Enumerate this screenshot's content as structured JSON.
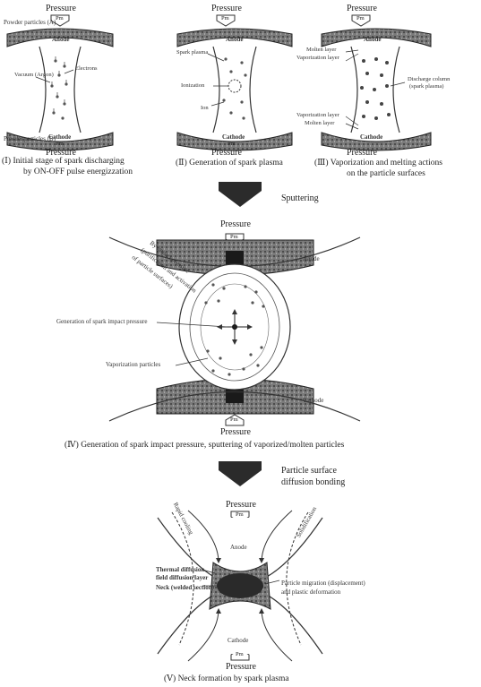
{
  "pressure": "Pressure",
  "pm": "Pm",
  "stage1": {
    "powder_a": "Powder particles (A)",
    "powder_b": "Powder particles (B)",
    "anode": "Anode",
    "cathode": "Cathode",
    "vacuum": "Vacuum (Argon)",
    "electrons": "Electrons",
    "caption_line1": "(Ⅰ) Initial stage of spark discharging",
    "caption_line2": "by ON-OFF pulse energizzation"
  },
  "stage2": {
    "anode": "Anode",
    "cathode": "Cathode",
    "spark_plasma": "Spark plasma",
    "ionization": "Ionization",
    "ion": "Ion",
    "caption": "(Ⅱ) Generation of spark plasma"
  },
  "stage3": {
    "anode": "Anode",
    "cathode": "Cathode",
    "molten_layer": "Molten layer",
    "vaporization_layer": "Vaporization layer",
    "discharge_column_1": "Discharge column",
    "discharge_column_2": "(spark plasma)",
    "vaporization_layer_b": "Vaporization layer",
    "molten_layer_b": "Molten layer",
    "caption_line1": "(Ⅲ) Vaporization and melting actions",
    "caption_line2": "on the particle surfaces"
  },
  "arrow1_label": "Sputtering",
  "stage4": {
    "anode": "Anode",
    "cathode": "Cathode",
    "side_label_1": "By impact pressure",
    "side_label_2": "(purification and activation",
    "side_label_3": "of particle surfaces)",
    "impact_label": "Generation of spark impact pressure",
    "vapor_label": "Vaporization particles",
    "caption": "(Ⅳ) Generation of spark impact pressure, sputtering of vaporized/molten particles"
  },
  "arrow2_label_line1": "Particle surface",
  "arrow2_label_line2": "diffusion bonding",
  "stage5": {
    "anode": "Anode",
    "cathode": "Cathode",
    "rapid_cooling": "Rapid cooling",
    "solidification": "Solidification",
    "thermal_1": "Thermal diffusion",
    "thermal_2": "field diffusion layer",
    "neck": "Neck (welded section)",
    "migration_1": "Particle migration (displacement)",
    "migration_2": "and plastic deformation",
    "caption": "(Ⅴ) Neck formation by spark plasma"
  }
}
